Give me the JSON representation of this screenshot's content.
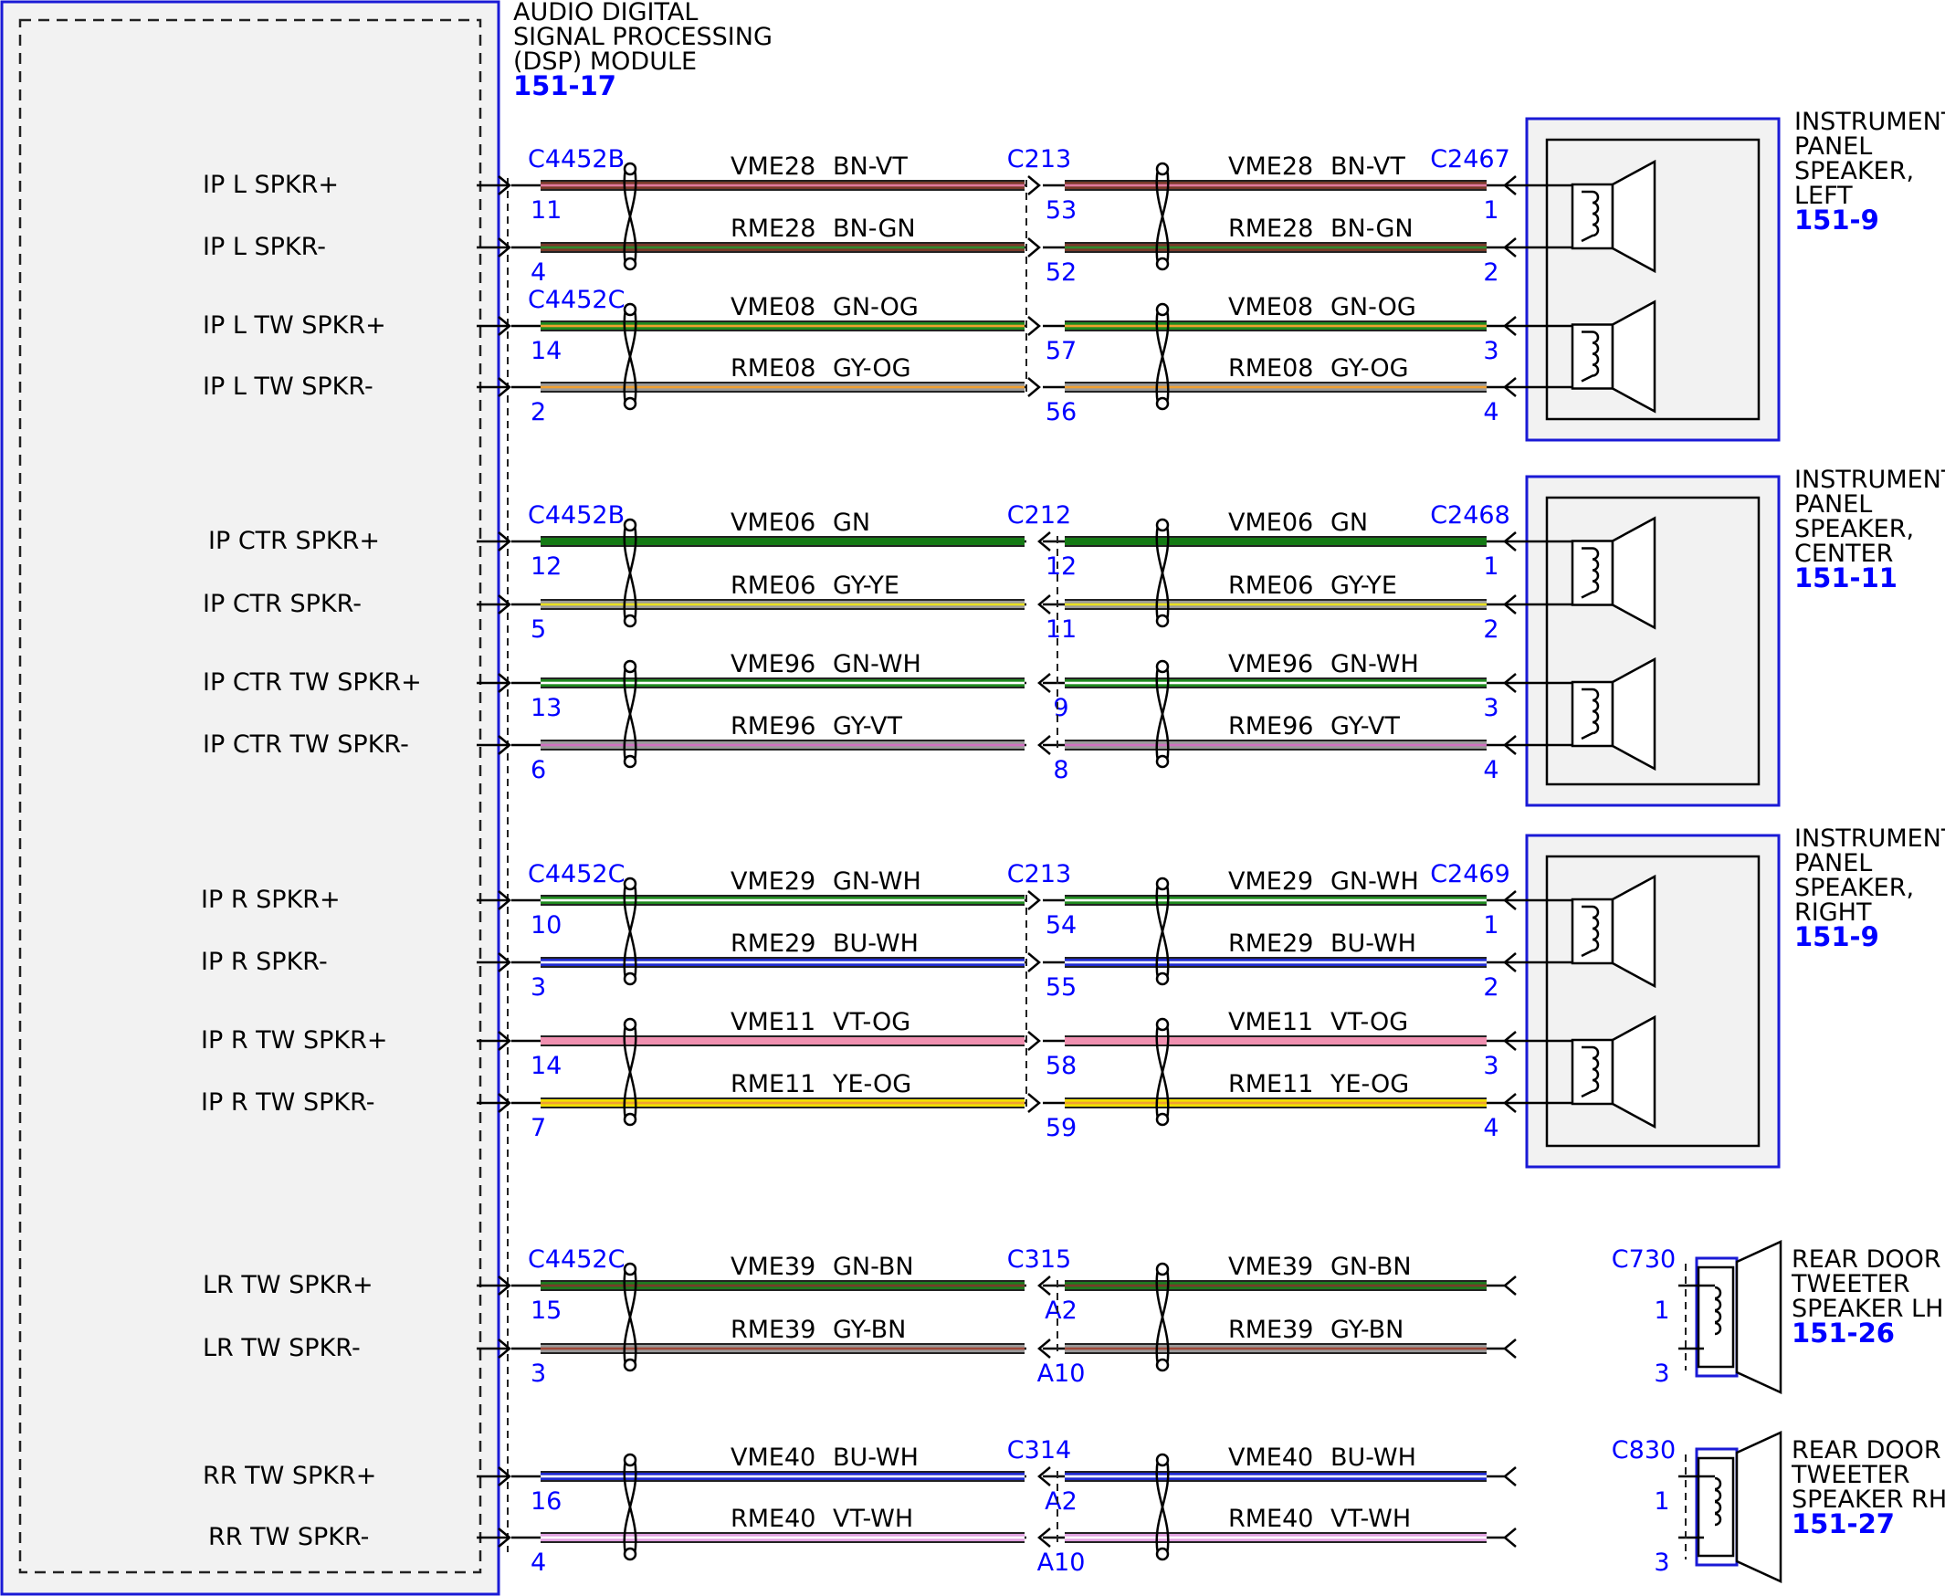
{
  "module": {
    "title_lines": [
      "AUDIO DIGITAL",
      "SIGNAL PROCESSING",
      "(DSP) MODULE"
    ],
    "ref": "151-17"
  },
  "speakers": [
    {
      "lines": [
        "INSTRUMENT",
        "PANEL",
        "SPEAKER,",
        "LEFT"
      ],
      "ref": "151-9"
    },
    {
      "lines": [
        "INSTRUMENT",
        "PANEL",
        "SPEAKER,",
        "CENTER"
      ],
      "ref": "151-11"
    },
    {
      "lines": [
        "INSTRUMENT",
        "PANEL",
        "SPEAKER,",
        "RIGHT"
      ],
      "ref": "151-9"
    },
    {
      "lines": [
        "REAR DOOR",
        "TWEETER",
        "SPEAKER LH"
      ],
      "ref": "151-26"
    },
    {
      "lines": [
        "REAR DOOR",
        "TWEETER",
        "SPEAKER RH"
      ],
      "ref": "151-27"
    }
  ],
  "groups": [
    {
      "left_connector": "C4452B",
      "mid_connector": "C213",
      "right_connector": "C2467"
    },
    {
      "left_connector": "C4452C"
    },
    {
      "left_connector": "C4452B",
      "mid_connector": "C212",
      "right_connector": "C2468"
    },
    {
      "left_connector": "C4452C",
      "mid_connector": "C213",
      "right_connector": "C2469"
    },
    {
      "left_connector": "C4452C",
      "mid_connector": "C315",
      "right_connector": "C730"
    },
    {
      "mid_connector": "C314",
      "right_connector": "C830"
    }
  ],
  "circuits": [
    {
      "signal": "IP L SPKR+",
      "circuit": "VME28",
      "color_code": "BN-VT",
      "left_pin": "11",
      "mid_pin": "53",
      "right_pin": "1",
      "colors": [
        "#7a3a2a",
        "#e07aa0"
      ]
    },
    {
      "signal": "IP L SPKR-",
      "circuit": "RME28",
      "color_code": "BN-GN",
      "left_pin": "4",
      "mid_pin": "52",
      "right_pin": "2",
      "colors": [
        "#7a3a2a",
        "#2e8b2e"
      ]
    },
    {
      "signal": "IP L TW SPKR+",
      "circuit": "VME08",
      "color_code": "GN-OG",
      "left_pin": "14",
      "mid_pin": "57",
      "right_pin": "3",
      "colors": [
        "#1f8a1f",
        "#f0a030"
      ]
    },
    {
      "signal": "IP L TW SPKR-",
      "circuit": "RME08",
      "color_code": "GY-OG",
      "left_pin": "2",
      "mid_pin": "56",
      "right_pin": "4",
      "colors": [
        "#9a9a9a",
        "#f0a030"
      ]
    },
    {
      "signal": "IP CTR SPKR+",
      "circuit": "VME06",
      "color_code": "GN",
      "left_pin": "12",
      "mid_pin": "12",
      "right_pin": "1",
      "colors": [
        "#157a15",
        "#157a15"
      ]
    },
    {
      "signal": "IP CTR SPKR-",
      "circuit": "RME06",
      "color_code": "GY-YE",
      "left_pin": "5",
      "mid_pin": "11",
      "right_pin": "2",
      "colors": [
        "#9a9a9a",
        "#e8e020"
      ]
    },
    {
      "signal": "IP CTR TW SPKR+",
      "circuit": "VME96",
      "color_code": "GN-WH",
      "left_pin": "13",
      "mid_pin": "9",
      "right_pin": "3",
      "colors": [
        "#1f8a1f",
        "#ffffff"
      ]
    },
    {
      "signal": "IP CTR TW SPKR-",
      "circuit": "RME96",
      "color_code": "GY-VT",
      "left_pin": "6",
      "mid_pin": "8",
      "right_pin": "4",
      "colors": [
        "#9a9a9a",
        "#d070c0"
      ]
    },
    {
      "signal": "IP R SPKR+",
      "circuit": "VME29",
      "color_code": "GN-WH",
      "left_pin": "10",
      "mid_pin": "54",
      "right_pin": "1",
      "colors": [
        "#1f8a1f",
        "#ffffff"
      ]
    },
    {
      "signal": "IP R SPKR-",
      "circuit": "RME29",
      "color_code": "BU-WH",
      "left_pin": "3",
      "mid_pin": "55",
      "right_pin": "2",
      "colors": [
        "#1f2ad0",
        "#ffffff"
      ]
    },
    {
      "signal": "IP R TW SPKR+",
      "circuit": "VME11",
      "color_code": "VT-OG",
      "left_pin": "14",
      "mid_pin": "58",
      "right_pin": "3",
      "colors": [
        "#f090b0",
        "#f090b0"
      ]
    },
    {
      "signal": "IP R TW SPKR-",
      "circuit": "RME11",
      "color_code": "YE-OG",
      "left_pin": "7",
      "mid_pin": "59",
      "right_pin": "4",
      "colors": [
        "#f0e000",
        "#f0a030"
      ]
    },
    {
      "signal": "LR TW SPKR+",
      "circuit": "VME39",
      "color_code": "GN-BN",
      "left_pin": "15",
      "mid_pin": "A2",
      "right_pin": "1",
      "colors": [
        "#1f7a1f",
        "#7a3a2a"
      ]
    },
    {
      "signal": "LR TW SPKR-",
      "circuit": "RME39",
      "color_code": "GY-BN",
      "left_pin": "3",
      "mid_pin": "A10",
      "right_pin": "3",
      "colors": [
        "#9a9a9a",
        "#a04a3a"
      ]
    },
    {
      "signal": "RR TW SPKR+",
      "circuit": "VME40",
      "color_code": "BU-WH",
      "left_pin": "16",
      "mid_pin": "A2",
      "right_pin": "1",
      "colors": [
        "#1f2ad0",
        "#ffffff"
      ]
    },
    {
      "signal": "RR TW SPKR-",
      "circuit": "RME40",
      "color_code": "VT-WH",
      "left_pin": "4",
      "mid_pin": "A10",
      "right_pin": "3",
      "colors": [
        "#e0a0e0",
        "#ffffff"
      ]
    }
  ]
}
